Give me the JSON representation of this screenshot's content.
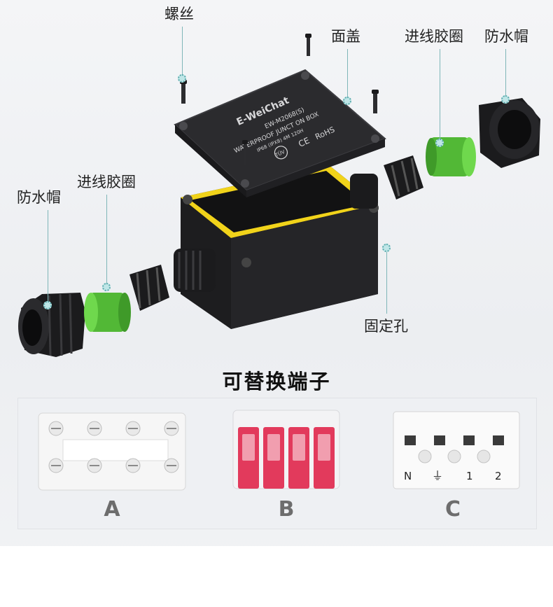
{
  "callouts": {
    "screw": "螺丝",
    "lid": "面盖",
    "grommet_right": "进线胶圈",
    "cap_right": "防水帽",
    "grommet_left": "进线胶圈",
    "cap_left": "防水帽",
    "fixing_hole": "固定孔"
  },
  "lid_text": {
    "brand": "E-WeiChat",
    "model": "EW-M2068(S)",
    "line": "WATERPROOF JUNCT ON BOX",
    "specs": "IP68 (IPX8) 4M 120H",
    "ce": "CE",
    "rohs": "RoHS",
    "tuv": "TÜV"
  },
  "section_title": "可替换端子",
  "terminals": {
    "a_label": "A",
    "b_label": "B",
    "c_label": "C",
    "c_marks": [
      "N",
      "⏚",
      "1",
      "2"
    ]
  },
  "colors": {
    "housing": "#1d1d1f",
    "seal": "#f1d31a",
    "grommet": "#5cc63c",
    "leader": "#7fb6b8",
    "terminal_red": "#e23a5c"
  }
}
